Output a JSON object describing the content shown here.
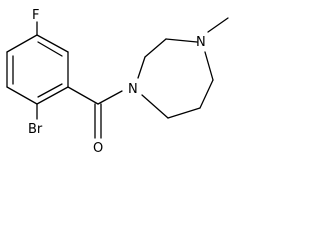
{
  "molecule": {
    "atoms": {
      "fluorine": "F",
      "bromine": "Br",
      "oxygen": "O",
      "nitrogen_amide": "N",
      "nitrogen_methyl": "N"
    },
    "colors": {
      "bond": "#000000",
      "label": "#000000",
      "background": "#ffffff"
    }
  }
}
